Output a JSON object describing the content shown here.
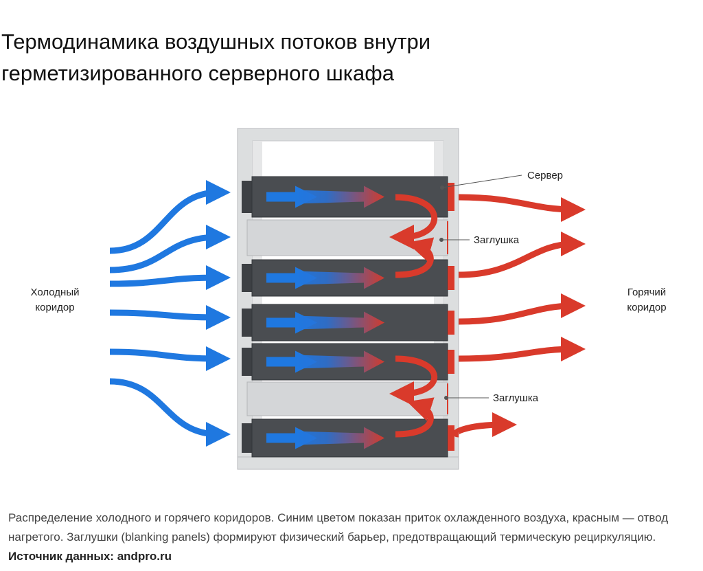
{
  "title": "Термодинамика воздушных потоков внутри герметизированного серверного шкафа",
  "diagram": {
    "labels": {
      "server": "Сервер",
      "blank_panel_top": "Заглушка",
      "blank_panel_bottom": "Заглушка",
      "cold_aisle_line1": "Холодный",
      "cold_aisle_line2": "коридор",
      "hot_aisle_line1": "Горячий",
      "hot_aisle_line2": "коридор"
    },
    "colors": {
      "cold": "#1f78e0",
      "hot": "#d93a2b",
      "server": "#4a4d51",
      "panel": "#d4d6d8",
      "rack": "#dcdedf"
    }
  },
  "caption": {
    "text": "Распределение холодного и горячего коридоров. Синим цветом показан приток охлажденного воздуха, красным — отвод нагретого. Заглушки (blanking panels) формируют физический барьер, предотвращающий термическую рециркуляцию.",
    "source_label": "Источник данных: andpro.ru"
  }
}
